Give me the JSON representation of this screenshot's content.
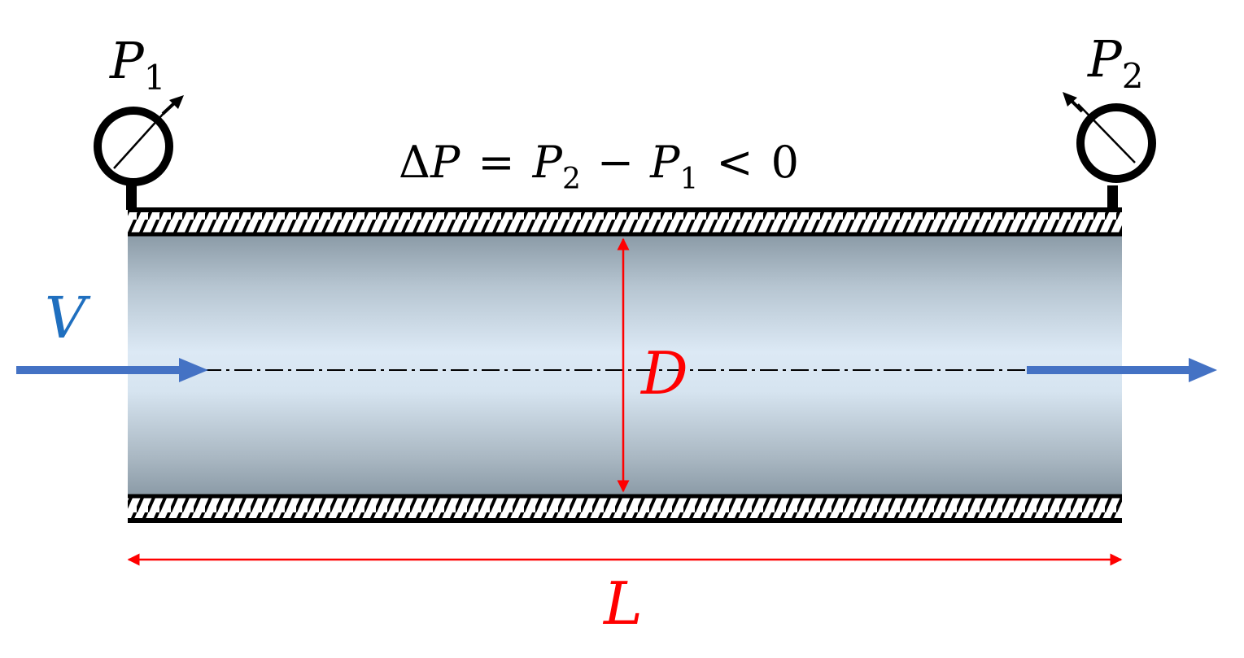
{
  "labels": {
    "p1_main": "P",
    "p1_sub": "1",
    "p2_main": "P",
    "p2_sub": "2",
    "equation": {
      "delta": "Δ",
      "p": "P",
      "eq": "=",
      "p2": "P",
      "p2_sub": "2",
      "minus": "−",
      "p1": "P",
      "p1_sub": "1",
      "lt": "<",
      "zero": "0"
    },
    "velocity": "V",
    "diameter": "D",
    "length": "L"
  },
  "colors": {
    "velocity": "#1f6fbf",
    "flow_arrow": "#4472c4",
    "dimension": "#ff0000",
    "outline": "#000000",
    "pipe_dark": "#8a9aa6",
    "pipe_light": "#dce9f5"
  }
}
